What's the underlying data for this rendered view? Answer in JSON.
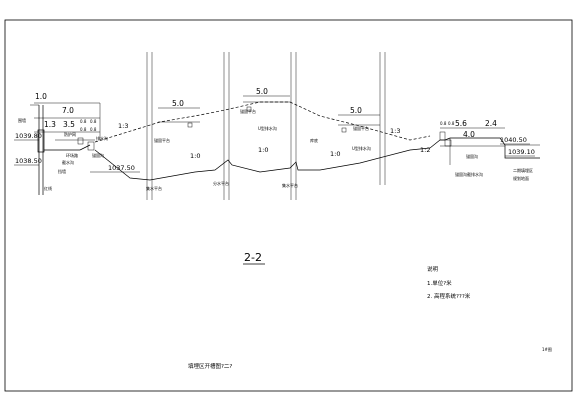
{
  "drawing": {
    "section_title": "2-2",
    "bottom_caption": "填埋区开槽图?二?",
    "corner_mark": "1#图",
    "notes": {
      "heading": "说明",
      "item1": "1.单位?米",
      "item2": "2. 高程系统???米"
    },
    "dimensions": {
      "left_1_0": "1.0",
      "left_7_0": "7.0",
      "left_1_3": "1.3",
      "left_3_5": "3.5",
      "left_0_8a": "0.8",
      "left_0_8b": "0.8",
      "left_0_8c": "0.8",
      "left_0_8d": "0.8",
      "mid_5_0_a": "5.0",
      "mid_5_0_b": "5.0",
      "mid_5_0_c": "5.0",
      "right_0_8a": "0.8",
      "right_0_8b": "0.8",
      "right_5_6": "5.6",
      "right_2_4": "2.4",
      "right_4_0": "4.0"
    },
    "slopes": {
      "left": "1:3",
      "right": "1:3",
      "right_small": "1:2",
      "bottom_1": "1:0",
      "bottom_2": "1:0",
      "bottom_3": "1:0"
    },
    "elevations": {
      "left_top": "1039.80",
      "left_bottom": "1038.50",
      "left_inner": "1037.50",
      "right_top": "1040.50",
      "right_bottom": "1039.10"
    },
    "labels": {
      "left_a": "围墙",
      "left_b": "防护网",
      "left_c": "排水沟",
      "left_d": "环场路",
      "left_e": "截水沟",
      "left_f": "挡墙",
      "left_g": "红线",
      "left_h": "锚固沟",
      "berm_1": "锚固平台",
      "berm_2": "锚固平台",
      "berm_3": "锚固平台",
      "drain_1": "U型排水沟",
      "drain_2": "U型排水沟",
      "sump_1": "集水平台",
      "sump_2": "分水平台",
      "sump_3": "集水平台",
      "bottom_label": "库底",
      "right_a": "锚固沟",
      "right_b": "锚固沟截排水沟",
      "right_c": "二期填埋区",
      "right_d": "规划地面"
    }
  }
}
